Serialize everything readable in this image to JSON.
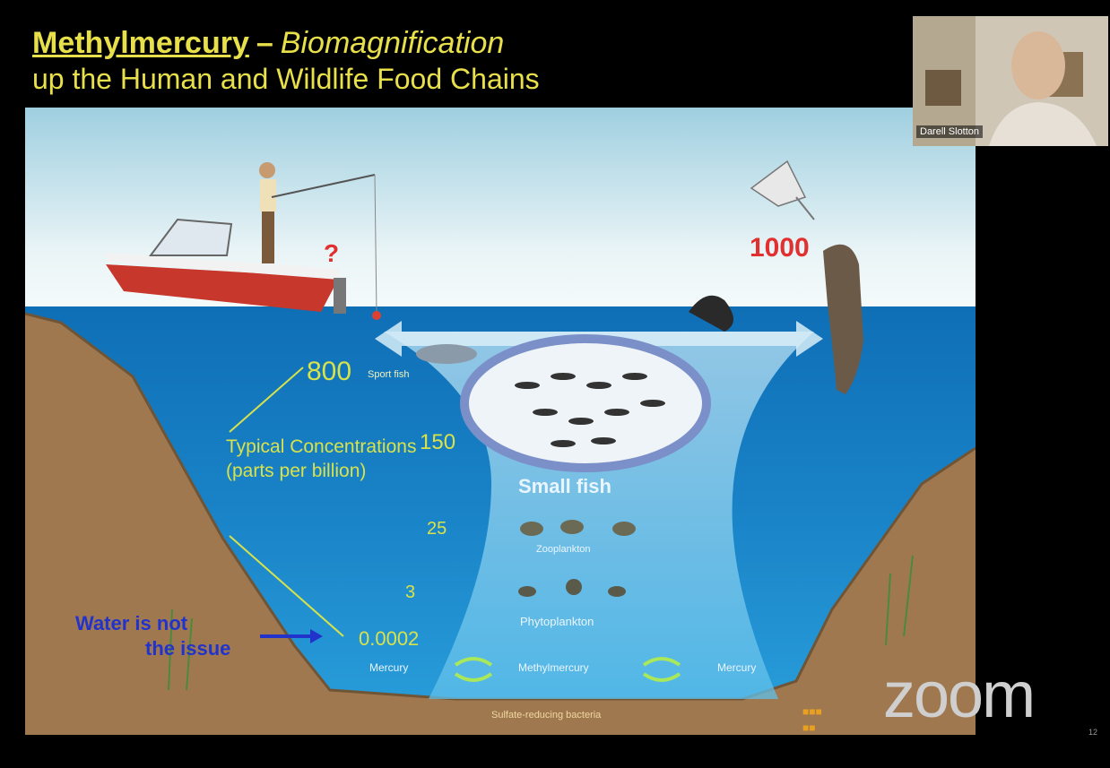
{
  "slide": {
    "title_keyword": "Methylmercury",
    "title_dash": "–",
    "title_italic": "Biomagnification",
    "title_line2": "up the Human and Wildlife Food Chains",
    "concentrations": {
      "sport_fish": "800",
      "sport_label": "Sport fish",
      "small_fish_val": "150",
      "zooplankton_val": "25",
      "phytoplankton_val": "3",
      "water_val": "0.0002",
      "birds_mammals": "1000",
      "humans": "?"
    },
    "typical_label": "Typical Concentrations (parts per billion)",
    "small_fish_label": "Small fish",
    "zooplankton_label": "Zooplankton",
    "phytoplankton_label": "Phytoplankton",
    "mercury_left": "Mercury",
    "methylmercury": "Methylmercury",
    "mercury_right": "Mercury",
    "bacteria_label": "Sulfate-reducing bacteria",
    "water_note_line1": "Water is not",
    "water_note_line2": "the issue"
  },
  "video": {
    "participant_name": "Darell Slotton",
    "zoom_logo": "zoom",
    "slide_number": "12"
  },
  "colors": {
    "title_yellow": "#e8e04a",
    "ppb_yellow": "#d8e24a",
    "highlight_red": "#e03030",
    "note_blue": "#2233cc"
  }
}
